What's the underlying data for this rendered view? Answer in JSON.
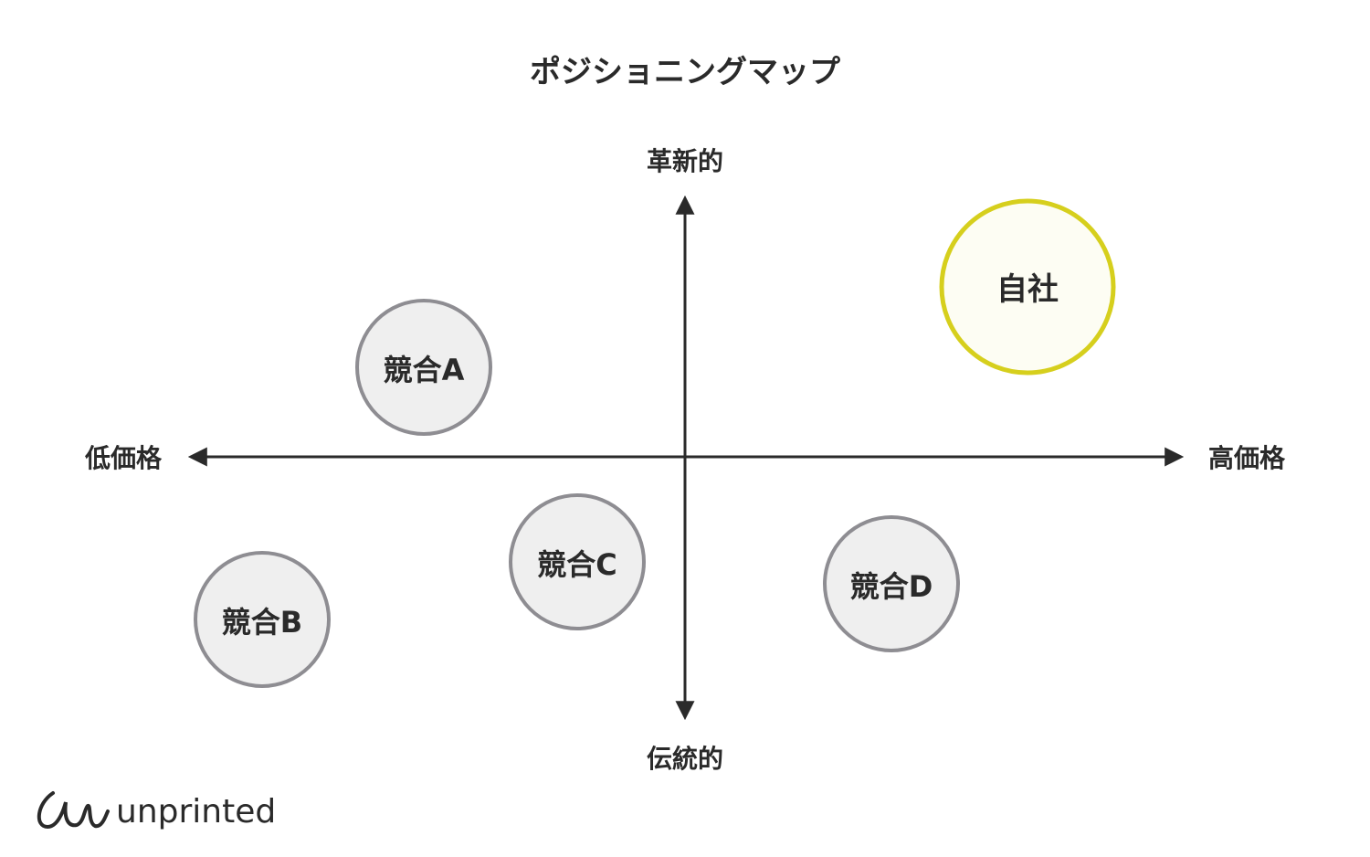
{
  "title": "ポジショニングマップ",
  "axes": {
    "top": "革新的",
    "bottom": "伝統的",
    "left": "低価格",
    "right": "高価格"
  },
  "items": {
    "self": "自社",
    "a": "競合A",
    "b": "競合B",
    "c": "競合C",
    "d": "競合D"
  },
  "colors": {
    "self_stroke": "#d6cf1d",
    "self_fill": "#fdfdf3",
    "competitor_stroke": "#8e8d92",
    "competitor_fill": "#efefef",
    "axis": "#2a2a2a"
  },
  "logo": "unprinted"
}
